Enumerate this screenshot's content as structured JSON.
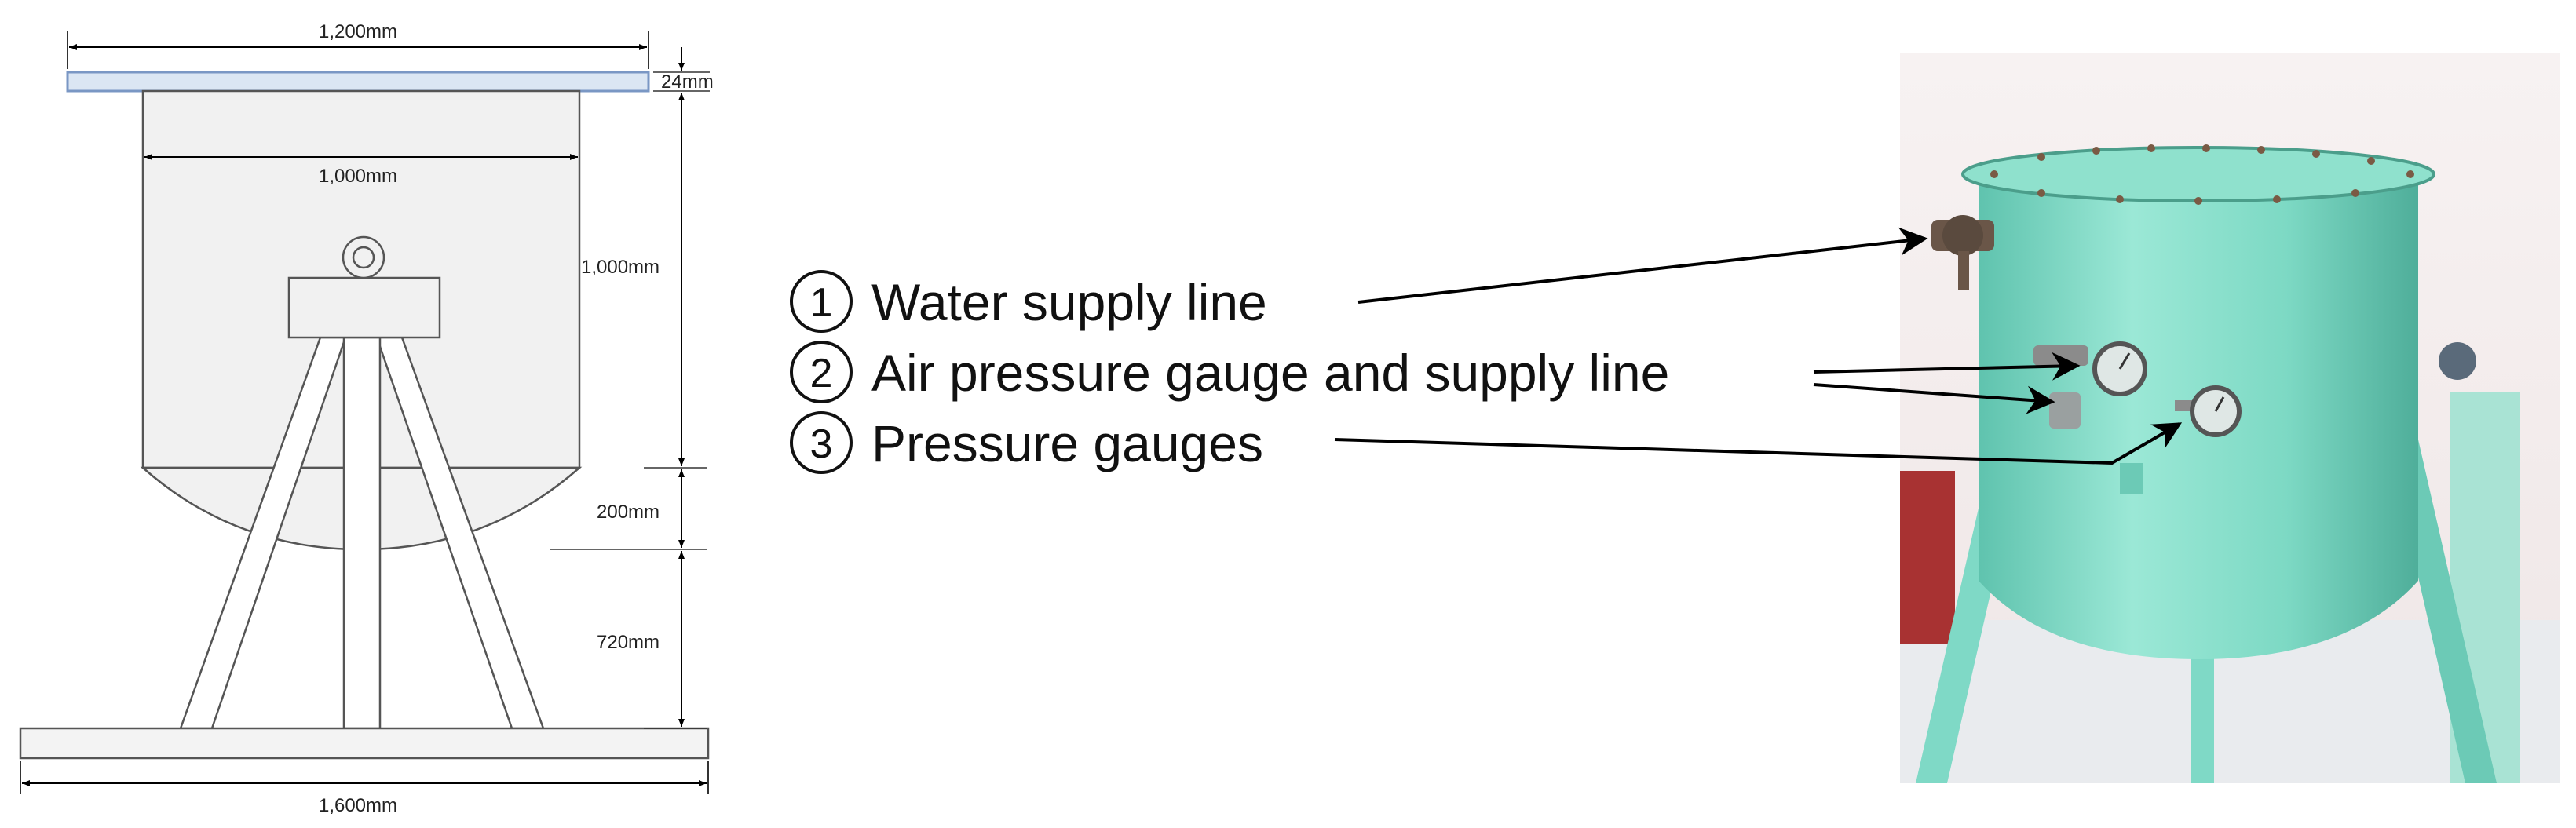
{
  "drawing": {
    "dimensions": {
      "top_width": "1,200mm",
      "lid_thickness": "24mm",
      "inner_width": "1,000mm",
      "tank_height": "1,000mm",
      "bottom_depth": "200mm",
      "leg_height": "720mm",
      "base_width": "1,600mm"
    }
  },
  "legend": {
    "items": [
      {
        "number": "1",
        "label": "Water supply line"
      },
      {
        "number": "2",
        "label": "Air pressure gauge and supply line"
      },
      {
        "number": "3",
        "label": "Pressure gauges"
      }
    ]
  },
  "colors": {
    "lid": "#dbe6f3",
    "lid_stroke": "#7a97c4",
    "tank_fill": "#f1f1f1",
    "tank_paint": "#7fd9c6",
    "wall": "#f4eeee",
    "floor": "#e9ebee"
  }
}
